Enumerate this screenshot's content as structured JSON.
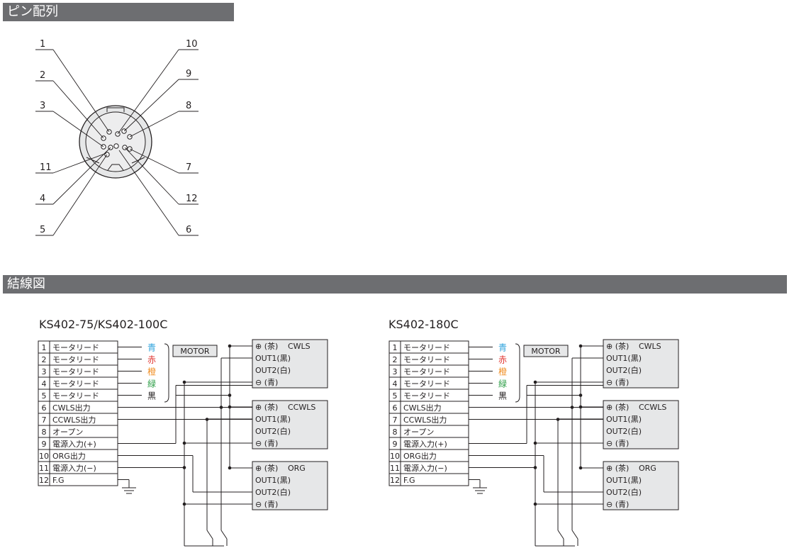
{
  "sections": {
    "pinout_title": "ピン配列",
    "wiring_title": "結線図"
  },
  "pinout": {
    "left_labels": [
      "1",
      "2",
      "3",
      "11",
      "4",
      "5"
    ],
    "right_labels": [
      "10",
      "9",
      "8",
      "7",
      "12",
      "6"
    ]
  },
  "diagrams": [
    {
      "title": "KS402-75/KS402-100C",
      "rows": [
        {
          "no": "1",
          "label": "モータリード"
        },
        {
          "no": "2",
          "label": "モータリード"
        },
        {
          "no": "3",
          "label": "モータリード"
        },
        {
          "no": "4",
          "label": "モータリード"
        },
        {
          "no": "5",
          "label": "モータリード"
        },
        {
          "no": "6",
          "label": "CWLS出力"
        },
        {
          "no": "7",
          "label": "CCWLS出力"
        },
        {
          "no": "8",
          "label": "オープン"
        },
        {
          "no": "9",
          "label": "電源入力(+)"
        },
        {
          "no": "10",
          "label": "ORG出力"
        },
        {
          "no": "11",
          "label": "電源入力(−)"
        },
        {
          "no": "12",
          "label": "F.G"
        }
      ],
      "wire_colors": [
        {
          "label": "青",
          "color": "#2ea3dc"
        },
        {
          "label": "赤",
          "color": "#e0312c"
        },
        {
          "label": "橙",
          "color": "#f08c1f"
        },
        {
          "label": "緑",
          "color": "#2e9e47"
        },
        {
          "label": "黒",
          "color": "#231f20"
        }
      ],
      "motor_label": "MOTOR",
      "sensors": [
        {
          "name": "CWLS",
          "plus": "⊕ (茶)",
          "out1": "OUT1(黒)",
          "out2": "OUT2(白)",
          "minus": "⊖ (青)"
        },
        {
          "name": "CCWLS",
          "plus": "⊕ (茶)",
          "out1": "OUT1(黒)",
          "out2": "OUT2(白)",
          "minus": "⊖ (青)"
        },
        {
          "name": "ORG",
          "plus": "⊕ (茶)",
          "out1": "OUT1(黒)",
          "out2": "OUT2(白)",
          "minus": "⊖ (青)"
        }
      ]
    },
    {
      "title": "KS402-180C",
      "rows": [
        {
          "no": "1",
          "label": "モータリード"
        },
        {
          "no": "2",
          "label": "モータリード"
        },
        {
          "no": "3",
          "label": "モータリード"
        },
        {
          "no": "4",
          "label": "モータリード"
        },
        {
          "no": "5",
          "label": "モータリード"
        },
        {
          "no": "6",
          "label": "CWLS出力"
        },
        {
          "no": "7",
          "label": "CCWLS出力"
        },
        {
          "no": "8",
          "label": "オープン"
        },
        {
          "no": "9",
          "label": "電源入力(+)"
        },
        {
          "no": "10",
          "label": "ORG出力"
        },
        {
          "no": "11",
          "label": "電源入力(−)"
        },
        {
          "no": "12",
          "label": "F.G"
        }
      ],
      "wire_colors": [
        {
          "label": "青",
          "color": "#2ea3dc"
        },
        {
          "label": "赤",
          "color": "#e0312c"
        },
        {
          "label": "橙",
          "color": "#f08c1f"
        },
        {
          "label": "緑",
          "color": "#2e9e47"
        },
        {
          "label": "黒",
          "color": "#231f20"
        }
      ],
      "motor_label": "MOTOR",
      "sensors": [
        {
          "name": "CWLS",
          "plus": "⊕ (茶)",
          "out1": "OUT1(黒)",
          "out2": "OUT2(白)",
          "minus": "⊖ (青)"
        },
        {
          "name": "CCWLS",
          "plus": "⊕ (茶)",
          "out1": "OUT1(黒)",
          "out2": "OUT2(白)",
          "minus": "⊖ (青)"
        },
        {
          "name": "ORG",
          "plus": "⊕ (茶)",
          "out1": "OUT1(黒)",
          "out2": "OUT2(白)",
          "minus": "⊖ (青)"
        }
      ]
    }
  ]
}
